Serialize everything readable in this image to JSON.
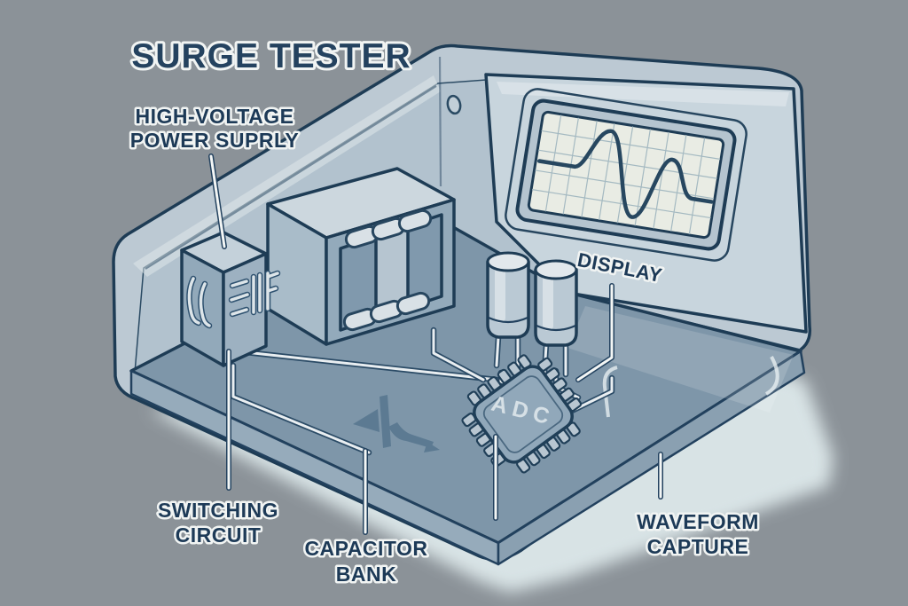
{
  "title": "SURGE TESTER",
  "labels": {
    "power_supply": {
      "line1": "HIGH-VOLTAGE",
      "line2": "POWER SUPRLY"
    },
    "display": "DISPLAY",
    "switching": {
      "line1": "SWITCHING",
      "line2": "CIRCUIT"
    },
    "capacitor": {
      "line1": "CAPACITOR",
      "line2": "BANK"
    },
    "waveform": {
      "line1": "WAVEFORM",
      "line2": "CAPTURE"
    },
    "chip": "ADC"
  },
  "colors": {
    "background": "#8b9298",
    "outline": "#1e3c55",
    "label_text": "#1d3a57",
    "label_halo": "#f1f4f3",
    "device_body": "#bcc9d3",
    "display_panel": "#c8d5dd",
    "pcb_floor": "#7e96a9",
    "screen_face": "#e9ece4",
    "screen_grid": "#a4b9c1",
    "waveform_trace": "#274760",
    "pcb_trace": "#e9eef1",
    "shadow": "#dde8ea"
  }
}
